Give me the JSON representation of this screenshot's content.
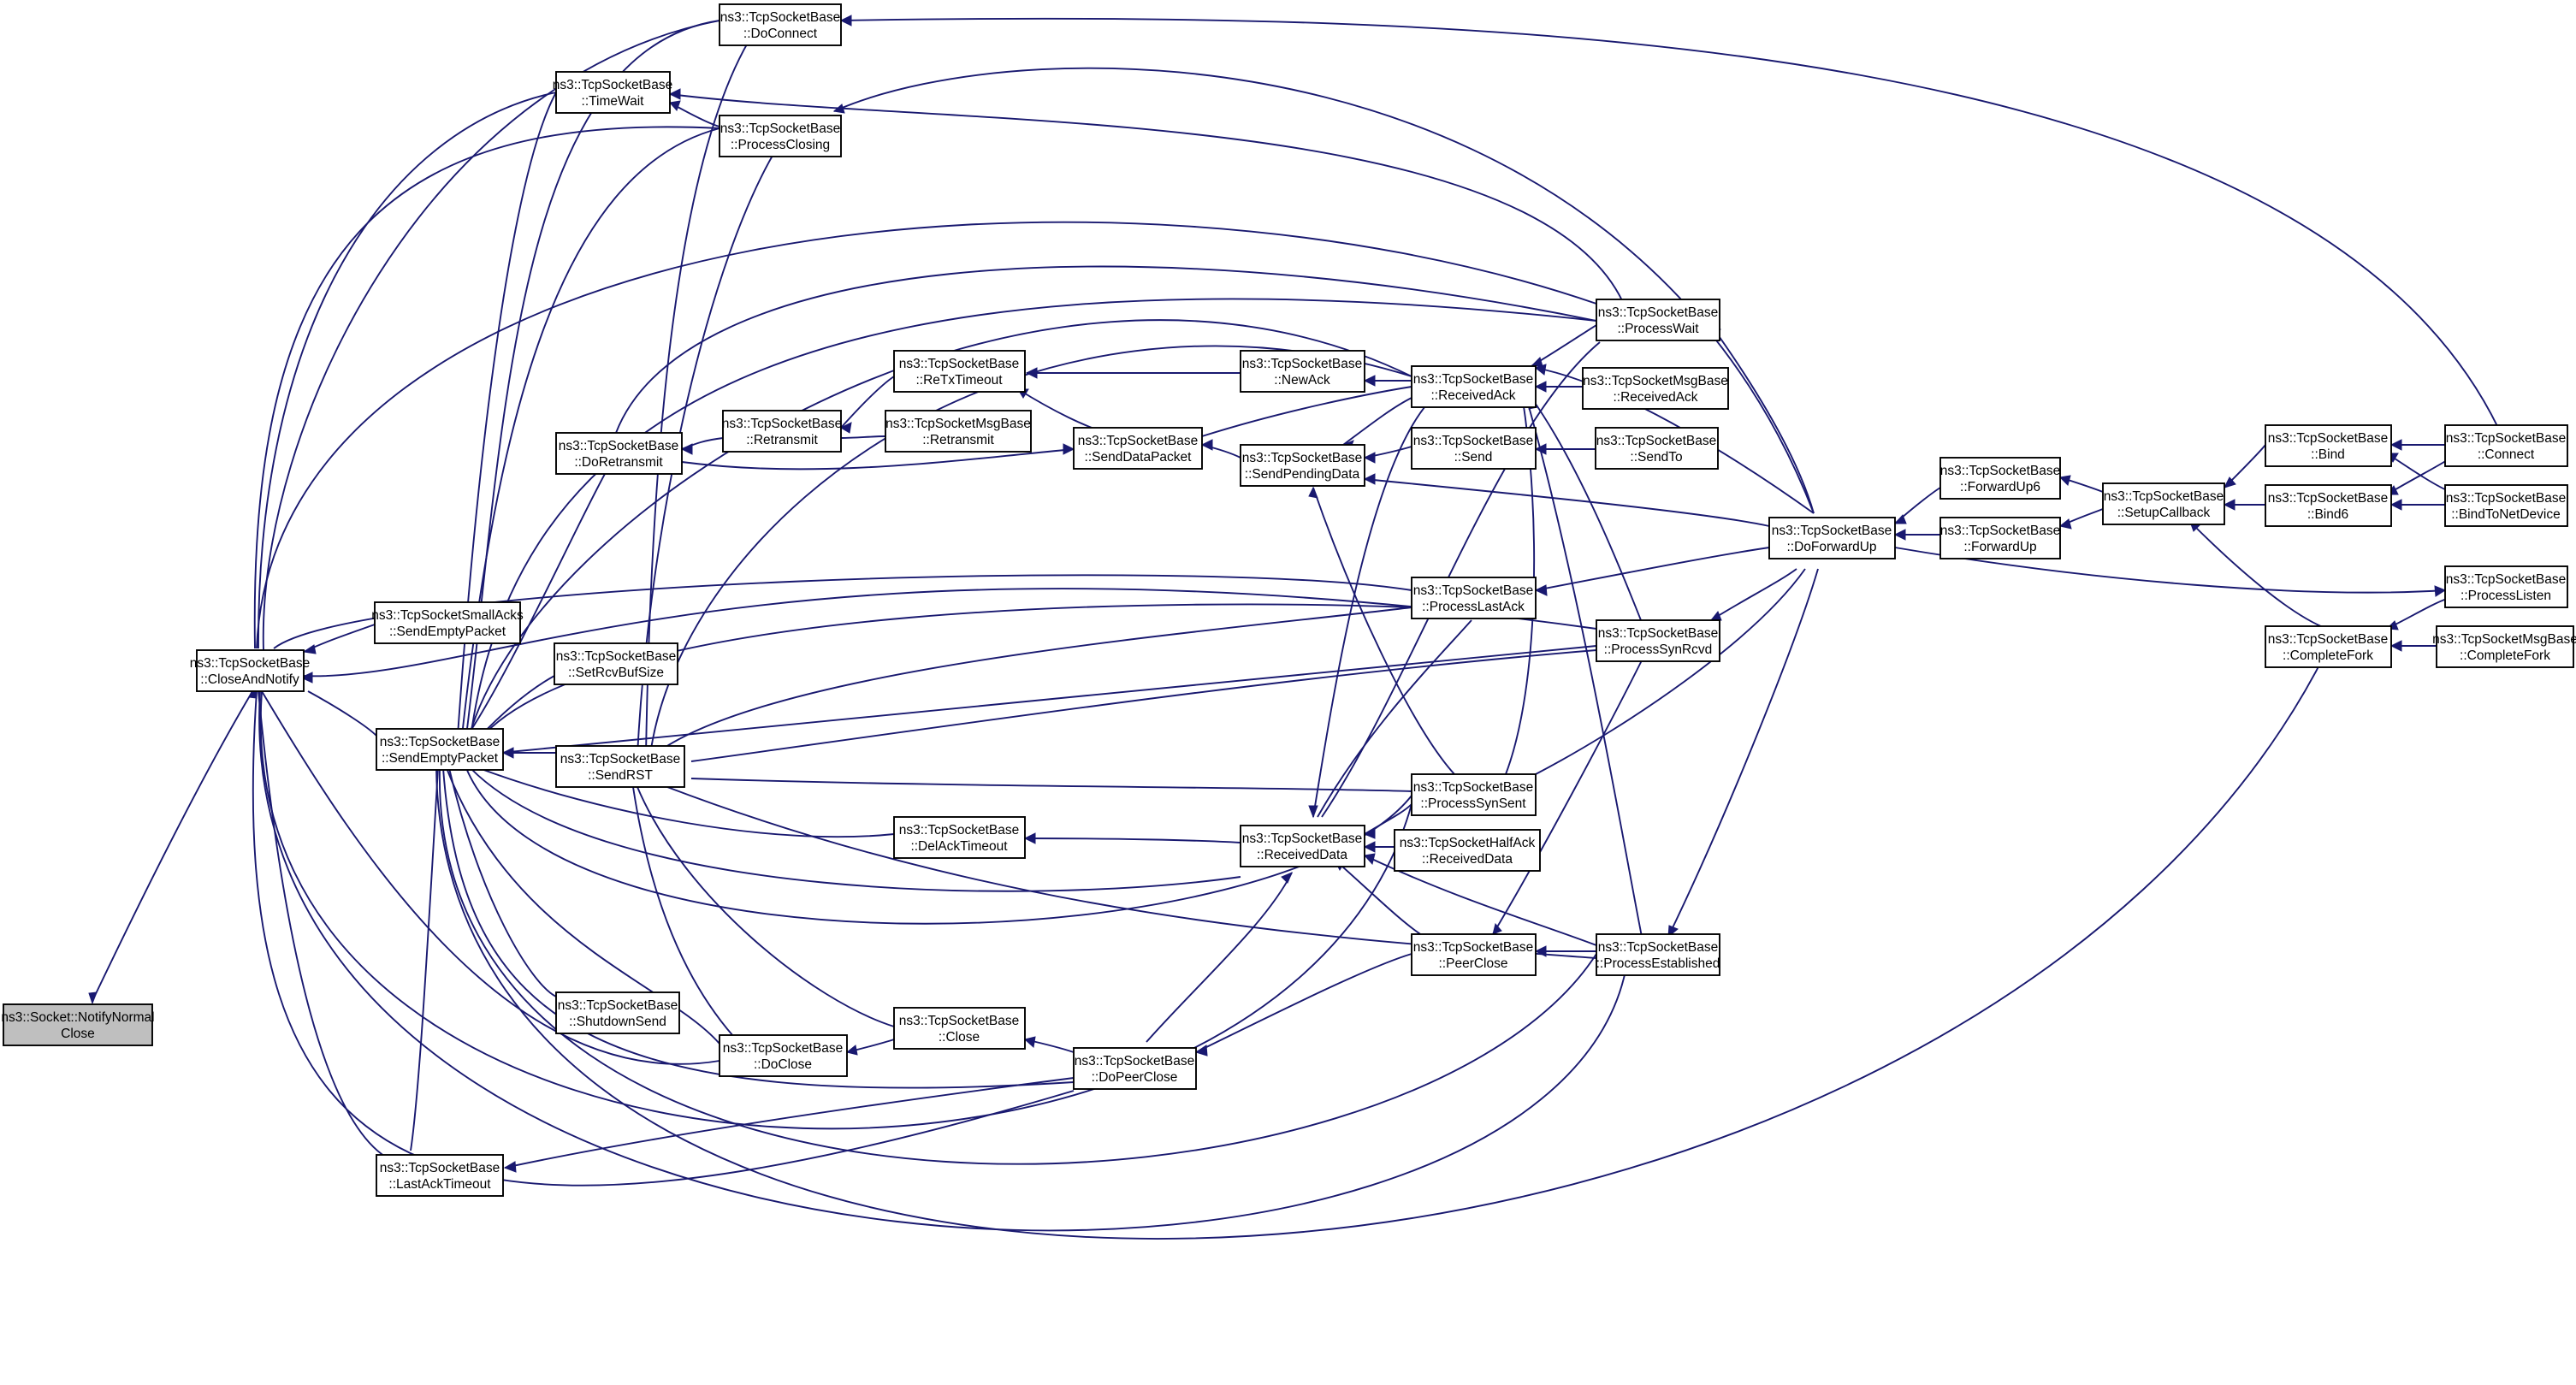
{
  "graph": {
    "title": "",
    "edge_color": "#191970",
    "root_fill": "#bfbfbf",
    "node_fill": "#ffffff",
    "nodes": [
      {
        "id": "notify",
        "lines": [
          "ns3::Socket::NotifyNormal",
          "Close"
        ],
        "root": true
      },
      {
        "id": "closeandnotify",
        "lines": [
          "ns3::TcpSocketBase",
          "::CloseAndNotify"
        ]
      },
      {
        "id": "docon",
        "lines": [
          "ns3::TcpSocketBase",
          "::DoConnect"
        ]
      },
      {
        "id": "timewait",
        "lines": [
          "ns3::TcpSocketBase",
          "::TimeWait"
        ]
      },
      {
        "id": "procclosing",
        "lines": [
          "ns3::TcpSocketBase",
          "::ProcessClosing"
        ]
      },
      {
        "id": "doretrans",
        "lines": [
          "ns3::TcpSocketBase",
          "::DoRetransmit"
        ]
      },
      {
        "id": "smallacks",
        "lines": [
          "ns3::TcpSocketSmallAcks",
          "::SendEmptyPacket"
        ]
      },
      {
        "id": "sendempty",
        "lines": [
          "ns3::TcpSocketBase",
          "::SendEmptyPacket"
        ]
      },
      {
        "id": "setrcv",
        "lines": [
          "ns3::TcpSocketBase",
          "::SetRcvBufSize"
        ]
      },
      {
        "id": "sendrst",
        "lines": [
          "ns3::TcpSocketBase",
          "::SendRST"
        ]
      },
      {
        "id": "shutdown",
        "lines": [
          "ns3::TcpSocketBase",
          "::ShutdownSend"
        ]
      },
      {
        "id": "doclose",
        "lines": [
          "ns3::TcpSocketBase",
          "::DoClose"
        ]
      },
      {
        "id": "lastacktimeout",
        "lines": [
          "ns3::TcpSocketBase",
          "::LastAckTimeout"
        ]
      },
      {
        "id": "retransmit",
        "lines": [
          "ns3::TcpSocketBase",
          "::Retransmit"
        ]
      },
      {
        "id": "rtotimeout",
        "lines": [
          "ns3::TcpSocketBase",
          "::ReTxTimeout"
        ]
      },
      {
        "id": "msgretrans",
        "lines": [
          "ns3::TcpSocketMsgBase",
          "::Retransmit"
        ]
      },
      {
        "id": "delack",
        "lines": [
          "ns3::TcpSocketBase",
          "::DelAckTimeout"
        ]
      },
      {
        "id": "close",
        "lines": [
          "ns3::TcpSocketBase",
          "::Close"
        ]
      },
      {
        "id": "newack",
        "lines": [
          "ns3::TcpSocketBase",
          "::NewAck"
        ]
      },
      {
        "id": "senddata",
        "lines": [
          "ns3::TcpSocketBase",
          "::SendDataPacket"
        ]
      },
      {
        "id": "sendpending",
        "lines": [
          "ns3::TcpSocketBase",
          "::SendPendingData"
        ]
      },
      {
        "id": "recvdata",
        "lines": [
          "ns3::TcpSocketBase",
          "::ReceivedData"
        ]
      },
      {
        "id": "dopeerclose",
        "lines": [
          "ns3::TcpSocketBase",
          "::DoPeerClose"
        ]
      },
      {
        "id": "recvack",
        "lines": [
          "ns3::TcpSocketBase",
          "::ReceivedAck"
        ]
      },
      {
        "id": "send",
        "lines": [
          "ns3::TcpSocketBase",
          "::Send"
        ]
      },
      {
        "id": "proclastack",
        "lines": [
          "ns3::TcpSocketBase",
          "::ProcessLastAck"
        ]
      },
      {
        "id": "procsynsent",
        "lines": [
          "ns3::TcpSocketBase",
          "::ProcessSynSent"
        ]
      },
      {
        "id": "halfack",
        "lines": [
          "ns3::TcpSocketHalfAck",
          "::ReceivedData"
        ]
      },
      {
        "id": "peerclose",
        "lines": [
          "ns3::TcpSocketBase",
          "::PeerClose"
        ]
      },
      {
        "id": "procwait",
        "lines": [
          "ns3::TcpSocketBase",
          "::ProcessWait"
        ]
      },
      {
        "id": "msgrecvack",
        "lines": [
          "ns3::TcpSocketMsgBase",
          "::ReceivedAck"
        ]
      },
      {
        "id": "sendto",
        "lines": [
          "ns3::TcpSocketBase",
          "::SendTo"
        ]
      },
      {
        "id": "procsynrcvd",
        "lines": [
          "ns3::TcpSocketBase",
          "::ProcessSynRcvd"
        ]
      },
      {
        "id": "procestab",
        "lines": [
          "ns3::TcpSocketBase",
          "::ProcessEstablished"
        ]
      },
      {
        "id": "doforwardup",
        "lines": [
          "ns3::TcpSocketBase",
          "::DoForwardUp"
        ]
      },
      {
        "id": "forwardup6",
        "lines": [
          "ns3::TcpSocketBase",
          "::ForwardUp6"
        ]
      },
      {
        "id": "forwardup",
        "lines": [
          "ns3::TcpSocketBase",
          "::ForwardUp"
        ]
      },
      {
        "id": "setupcb",
        "lines": [
          "ns3::TcpSocketBase",
          "::SetupCallback"
        ]
      },
      {
        "id": "bind",
        "lines": [
          "ns3::TcpSocketBase",
          "::Bind"
        ]
      },
      {
        "id": "bind6",
        "lines": [
          "ns3::TcpSocketBase",
          "::Bind6"
        ]
      },
      {
        "id": "completefork",
        "lines": [
          "ns3::TcpSocketBase",
          "::CompleteFork"
        ]
      },
      {
        "id": "connect",
        "lines": [
          "ns3::TcpSocketBase",
          "::Connect"
        ]
      },
      {
        "id": "bindtonet",
        "lines": [
          "ns3::TcpSocketBase",
          "::BindToNetDevice"
        ]
      },
      {
        "id": "proclisten",
        "lines": [
          "ns3::TcpSocketBase",
          "::ProcessListen"
        ]
      },
      {
        "id": "msgcompletefork",
        "lines": [
          "ns3::TcpSocketMsgBase",
          "::CompleteFork"
        ]
      }
    ]
  }
}
